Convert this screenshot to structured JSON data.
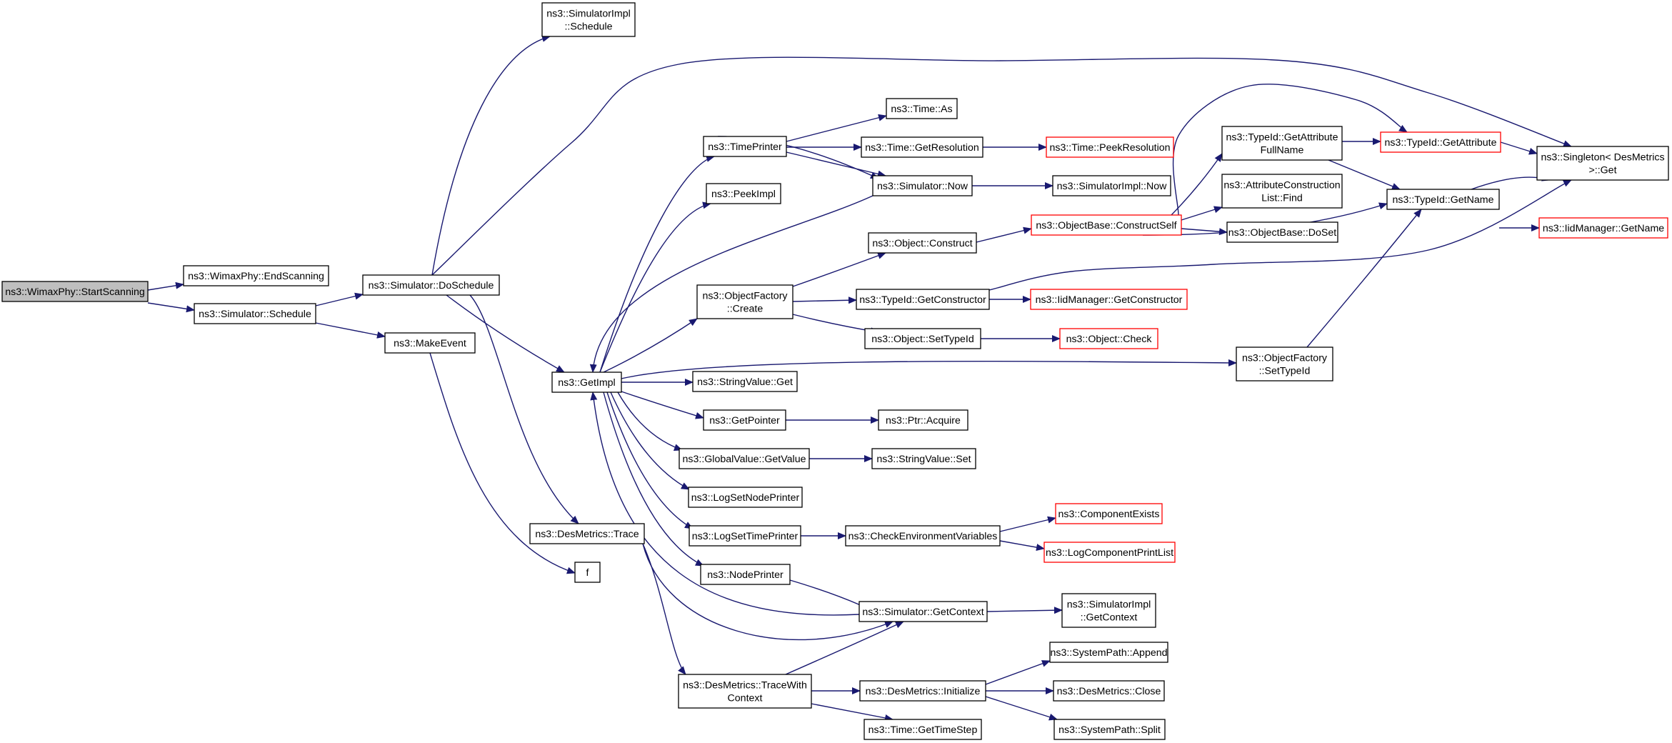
{
  "colors": {
    "edge": "#191970",
    "node_border": "#000000",
    "truncated_border": "#ff0000",
    "root_fill": "#bfbfbf",
    "node_fill": "#ffffff"
  },
  "nodes": [
    {
      "id": "start",
      "lines": [
        "ns3::WimaxPhy::StartScanning"
      ],
      "kind": "root"
    },
    {
      "id": "endscan",
      "lines": [
        "ns3::WimaxPhy::EndScanning"
      ],
      "kind": "normal"
    },
    {
      "id": "schedule",
      "lines": [
        "ns3::Simulator::Schedule"
      ],
      "kind": "normal"
    },
    {
      "id": "doschedule",
      "lines": [
        "ns3::Simulator::DoSchedule"
      ],
      "kind": "normal"
    },
    {
      "id": "makeevent",
      "lines": [
        "ns3::MakeEvent"
      ],
      "kind": "normal"
    },
    {
      "id": "implschedule",
      "lines": [
        "ns3::SimulatorImpl",
        "::Schedule"
      ],
      "kind": "normal"
    },
    {
      "id": "getimpl",
      "lines": [
        "ns3::GetImpl"
      ],
      "kind": "normal"
    },
    {
      "id": "trace",
      "lines": [
        "ns3::DesMetrics::Trace"
      ],
      "kind": "normal"
    },
    {
      "id": "f",
      "lines": [
        "f"
      ],
      "kind": "normal"
    },
    {
      "id": "timeprinter",
      "lines": [
        "ns3::TimePrinter"
      ],
      "kind": "normal"
    },
    {
      "id": "peekimpl",
      "lines": [
        "ns3::PeekImpl"
      ],
      "kind": "normal"
    },
    {
      "id": "objfactcreate",
      "lines": [
        "ns3::ObjectFactory",
        "::Create"
      ],
      "kind": "normal"
    },
    {
      "id": "strvalget",
      "lines": [
        "ns3::StringValue::Get"
      ],
      "kind": "normal"
    },
    {
      "id": "getpointer",
      "lines": [
        "ns3::GetPointer"
      ],
      "kind": "normal"
    },
    {
      "id": "globalget",
      "lines": [
        "ns3::GlobalValue::GetValue"
      ],
      "kind": "normal"
    },
    {
      "id": "lognode",
      "lines": [
        "ns3::LogSetNodePrinter"
      ],
      "kind": "normal"
    },
    {
      "id": "logtime",
      "lines": [
        "ns3::LogSetTimePrinter"
      ],
      "kind": "normal"
    },
    {
      "id": "nodeprinter",
      "lines": [
        "ns3::NodePrinter"
      ],
      "kind": "normal"
    },
    {
      "id": "tracewith",
      "lines": [
        "ns3::DesMetrics::TraceWith",
        "Context"
      ],
      "kind": "normal"
    },
    {
      "id": "timeas",
      "lines": [
        "ns3::Time::As"
      ],
      "kind": "normal"
    },
    {
      "id": "timegetres",
      "lines": [
        "ns3::Time::GetResolution"
      ],
      "kind": "normal"
    },
    {
      "id": "simnow",
      "lines": [
        "ns3::Simulator::Now"
      ],
      "kind": "normal"
    },
    {
      "id": "objconstruct",
      "lines": [
        "ns3::Object::Construct"
      ],
      "kind": "normal"
    },
    {
      "id": "typeidgetctor",
      "lines": [
        "ns3::TypeId::GetConstructor"
      ],
      "kind": "normal"
    },
    {
      "id": "objsettypeid",
      "lines": [
        "ns3::Object::SetTypeId"
      ],
      "kind": "normal"
    },
    {
      "id": "ptracquire",
      "lines": [
        "ns3::Ptr::Acquire"
      ],
      "kind": "normal"
    },
    {
      "id": "strvalset",
      "lines": [
        "ns3::StringValue::Set"
      ],
      "kind": "normal"
    },
    {
      "id": "checkenv",
      "lines": [
        "ns3::CheckEnvironmentVariables"
      ],
      "kind": "normal"
    },
    {
      "id": "simgetctx",
      "lines": [
        "ns3::Simulator::GetContext"
      ],
      "kind": "normal"
    },
    {
      "id": "desinit",
      "lines": [
        "ns3::DesMetrics::Initialize"
      ],
      "kind": "normal"
    },
    {
      "id": "timestep",
      "lines": [
        "ns3::Time::GetTimeStep"
      ],
      "kind": "normal"
    },
    {
      "id": "peekres",
      "lines": [
        "ns3::Time::PeekResolution"
      ],
      "kind": "truncated"
    },
    {
      "id": "implnow",
      "lines": [
        "ns3::SimulatorImpl::Now"
      ],
      "kind": "normal"
    },
    {
      "id": "constructself",
      "lines": [
        "ns3::ObjectBase::ConstructSelf"
      ],
      "kind": "truncated"
    },
    {
      "id": "iidgetctor",
      "lines": [
        "ns3::IidManager::GetConstructor"
      ],
      "kind": "truncated"
    },
    {
      "id": "objcheck",
      "lines": [
        "ns3::Object::Check"
      ],
      "kind": "truncated"
    },
    {
      "id": "compexists",
      "lines": [
        "ns3::ComponentExists"
      ],
      "kind": "truncated"
    },
    {
      "id": "logcomplist",
      "lines": [
        "ns3::LogComponentPrintList"
      ],
      "kind": "truncated"
    },
    {
      "id": "implgetctx",
      "lines": [
        "ns3::SimulatorImpl",
        "::GetContext"
      ],
      "kind": "normal"
    },
    {
      "id": "sysappend",
      "lines": [
        "ns3::SystemPath::Append"
      ],
      "kind": "normal"
    },
    {
      "id": "desclose",
      "lines": [
        "ns3::DesMetrics::Close"
      ],
      "kind": "normal"
    },
    {
      "id": "syssplit",
      "lines": [
        "ns3::SystemPath::Split"
      ],
      "kind": "normal"
    },
    {
      "id": "getattrfull",
      "lines": [
        "ns3::TypeId::GetAttribute",
        "FullName"
      ],
      "kind": "normal"
    },
    {
      "id": "attrconstfind",
      "lines": [
        "ns3::AttributeConstruction",
        "List::Find"
      ],
      "kind": "normal"
    },
    {
      "id": "objbasedoset",
      "lines": [
        "ns3::ObjectBase::DoSet"
      ],
      "kind": "normal"
    },
    {
      "id": "objfactsettype",
      "lines": [
        "ns3::ObjectFactory",
        "::SetTypeId"
      ],
      "kind": "normal"
    },
    {
      "id": "typeidgetattr",
      "lines": [
        "ns3::TypeId::GetAttribute"
      ],
      "kind": "truncated"
    },
    {
      "id": "typeidgetname",
      "lines": [
        "ns3::TypeId::GetName"
      ],
      "kind": "normal"
    },
    {
      "id": "singleton",
      "lines": [
        "ns3::Singleton< DesMetrics",
        " >::Get"
      ],
      "kind": "normal"
    },
    {
      "id": "iidgetname",
      "lines": [
        "ns3::IidManager::GetName"
      ],
      "kind": "truncated"
    }
  ],
  "edges": [
    [
      "start",
      "endscan"
    ],
    [
      "start",
      "schedule"
    ],
    [
      "schedule",
      "doschedule"
    ],
    [
      "schedule",
      "makeevent"
    ],
    [
      "doschedule",
      "implschedule"
    ],
    [
      "doschedule",
      "getimpl"
    ],
    [
      "doschedule",
      "trace"
    ],
    [
      "doschedule",
      "singleton"
    ],
    [
      "makeevent",
      "f"
    ],
    [
      "getimpl",
      "timeprinter"
    ],
    [
      "getimpl",
      "peekimpl"
    ],
    [
      "getimpl",
      "objfactcreate"
    ],
    [
      "getimpl",
      "strvalget"
    ],
    [
      "getimpl",
      "getpointer"
    ],
    [
      "getimpl",
      "globalget"
    ],
    [
      "getimpl",
      "lognode"
    ],
    [
      "getimpl",
      "logtime"
    ],
    [
      "getimpl",
      "nodeprinter"
    ],
    [
      "getimpl",
      "objfactsettype"
    ],
    [
      "getimpl",
      "simnow"
    ],
    [
      "trace",
      "tracewith"
    ],
    [
      "trace",
      "simgetctx"
    ],
    [
      "timeprinter",
      "timeas"
    ],
    [
      "timeprinter",
      "timegetres"
    ],
    [
      "timeprinter",
      "simnow"
    ],
    [
      "timegetres",
      "peekres"
    ],
    [
      "simnow",
      "implnow"
    ],
    [
      "simnow",
      "getimpl"
    ],
    [
      "objfactcreate",
      "objconstruct"
    ],
    [
      "objfactcreate",
      "typeidgetctor"
    ],
    [
      "objfactcreate",
      "objsettypeid"
    ],
    [
      "objconstruct",
      "constructself"
    ],
    [
      "typeidgetctor",
      "iidgetctor"
    ],
    [
      "typeidgetctor",
      "singleton"
    ],
    [
      "objsettypeid",
      "objcheck"
    ],
    [
      "getpointer",
      "ptracquire"
    ],
    [
      "globalget",
      "strvalset"
    ],
    [
      "logtime",
      "checkenv"
    ],
    [
      "checkenv",
      "compexists"
    ],
    [
      "checkenv",
      "logcomplist"
    ],
    [
      "nodeprinter",
      "simgetctx"
    ],
    [
      "simgetctx",
      "implgetctx"
    ],
    [
      "simgetctx",
      "getimpl"
    ],
    [
      "tracewith",
      "simgetctx"
    ],
    [
      "tracewith",
      "desinit"
    ],
    [
      "tracewith",
      "timestep"
    ],
    [
      "desinit",
      "sysappend"
    ],
    [
      "desinit",
      "desclose"
    ],
    [
      "desinit",
      "syssplit"
    ],
    [
      "constructself",
      "getattrfull"
    ],
    [
      "constructself",
      "attrconstfind"
    ],
    [
      "constructself",
      "objbasedoset"
    ],
    [
      "constructself",
      "typeidgetname"
    ],
    [
      "constructself",
      "typeidgetattr"
    ],
    [
      "getattrfull",
      "typeidgetattr"
    ],
    [
      "getattrfull",
      "typeidgetname"
    ],
    [
      "typeidgetattr",
      "singleton"
    ],
    [
      "objfactsettype",
      "typeidgetname"
    ],
    [
      "typeidgetname",
      "singleton"
    ],
    [
      "typeidgetname",
      "iidgetname"
    ]
  ]
}
